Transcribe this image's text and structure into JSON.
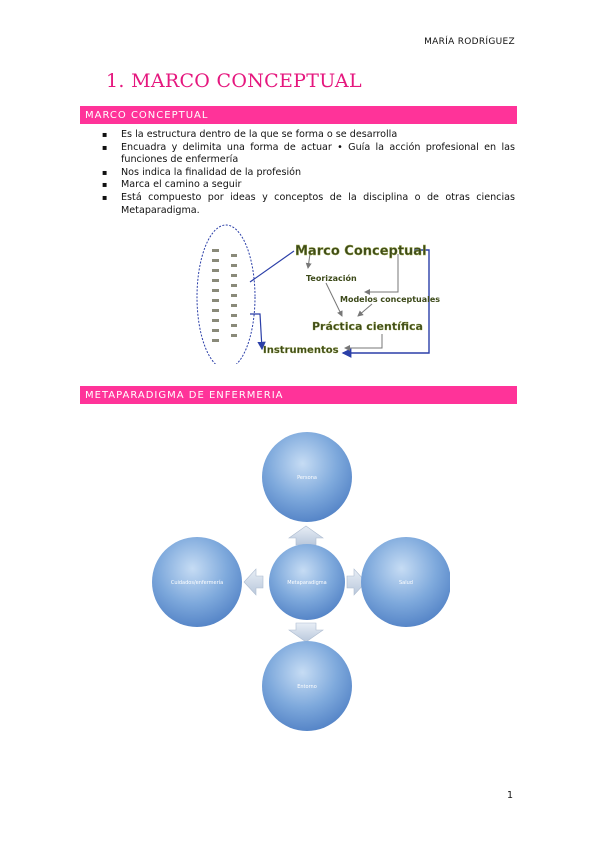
{
  "header": {
    "author": "MARÍA RODRÍGUEZ"
  },
  "title": "1.   MARCO CONCEPTUAL",
  "sections": [
    {
      "heading": "MARCO CONCEPTUAL"
    },
    {
      "heading": "METAPARADIGMA DE ENFERMERIA"
    }
  ],
  "bullets": [
    "Es la estructura dentro de la que se forma o se desarrolla",
    "Encuadra y delimita una forma de actuar • Guía la acción profesional en las funciones de enfermería",
    "Nos indica la finalidad de la profesión",
    "Marca el camino a seguir",
    "Está compuesto por ideas y conceptos de la disciplina o de otras ciencias Metaparadigma."
  ],
  "marco_diagram": {
    "labels": {
      "marco": "Marco Conceptual",
      "teorizacion": "Teorización",
      "modelos": "Modelos conceptuales",
      "practica": "Práctica científica",
      "instrumentos": "Instrumentos"
    }
  },
  "metaparadigma": {
    "center": "Metaparadigma",
    "top": "Persona",
    "right": "Salud",
    "bottom": "Entorno",
    "left": "Cuidados/enfermería"
  },
  "colors": {
    "accent": "#ff3399",
    "title": "#e5177e",
    "arrow": "#2b3fa8"
  },
  "page_number": "1"
}
